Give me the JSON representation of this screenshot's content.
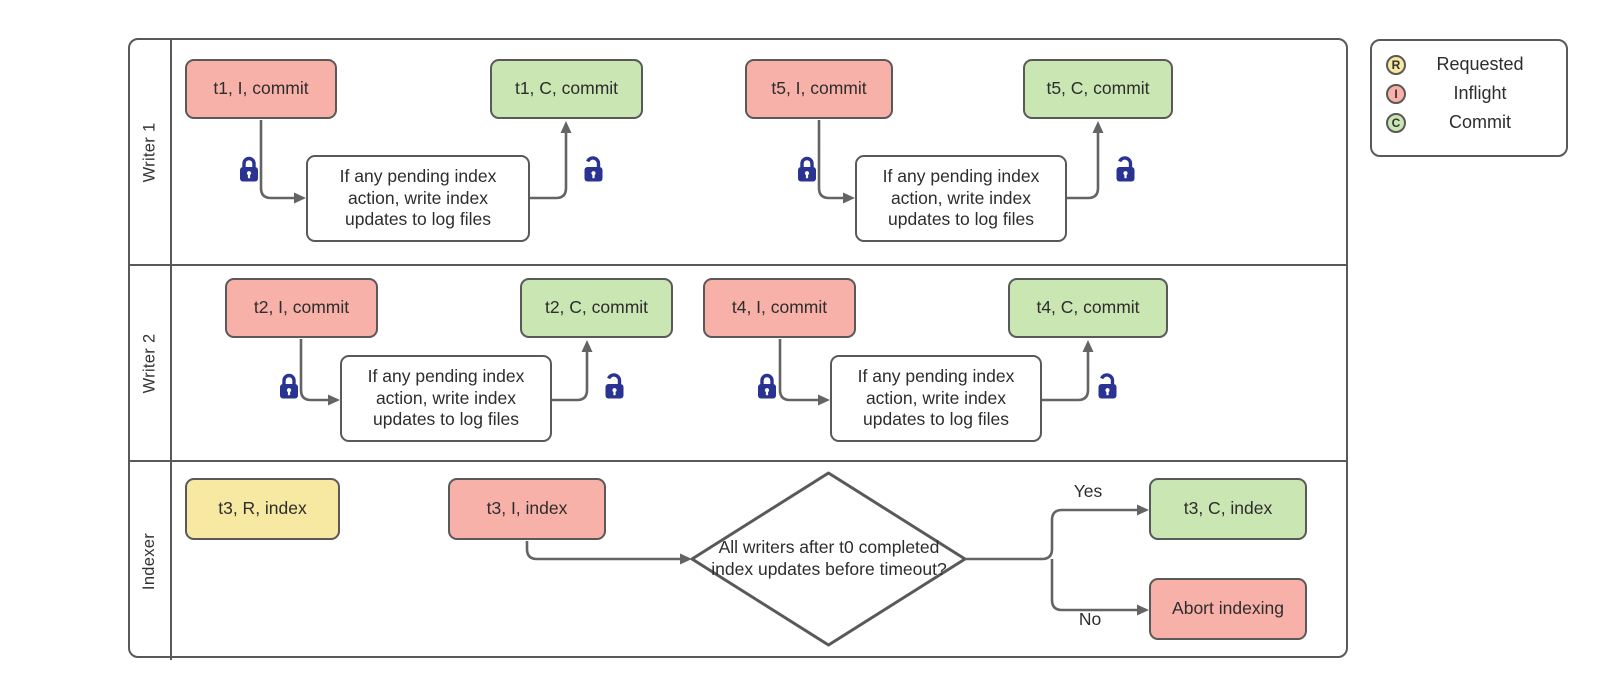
{
  "lanes": [
    {
      "label": "Writer 1"
    },
    {
      "label": "Writer 2"
    },
    {
      "label": "Indexer"
    }
  ],
  "nodes": {
    "t1_inflight": "t1, I, commit",
    "t1_commit": "t1, C, commit",
    "t5_inflight": "t5, I, commit",
    "t5_commit": "t5, C, commit",
    "t2_inflight": "t2, I, commit",
    "t2_commit": "t2, C, commit",
    "t4_inflight": "t4, I, commit",
    "t4_commit": "t4, C, commit",
    "t3_requested": "t3, R, index",
    "t3_inflight": "t3, I, index",
    "t3_commit": "t3, C, index",
    "abort": "Abort indexing",
    "process": "If any pending index action, write index updates to log files",
    "decision": "All writers after t0 completed index updates before timeout?"
  },
  "edge_labels": {
    "yes": "Yes",
    "no": "No"
  },
  "legend": {
    "items": [
      {
        "letter": "R",
        "label": "Requested",
        "color": "#f7e8a2"
      },
      {
        "letter": "I",
        "label": "Inflight",
        "color": "#f8b1a8"
      },
      {
        "letter": "C",
        "label": "Commit",
        "color": "#cae6b2"
      }
    ]
  },
  "colors": {
    "inflight": "#f8b1a8",
    "commit": "#cae6b2",
    "requested": "#f7e8a2",
    "process_fill": "#ffffff",
    "shape_border": "#595959",
    "connector": "#646464",
    "lock": "#2a3292",
    "text": "#2d2d2d"
  }
}
